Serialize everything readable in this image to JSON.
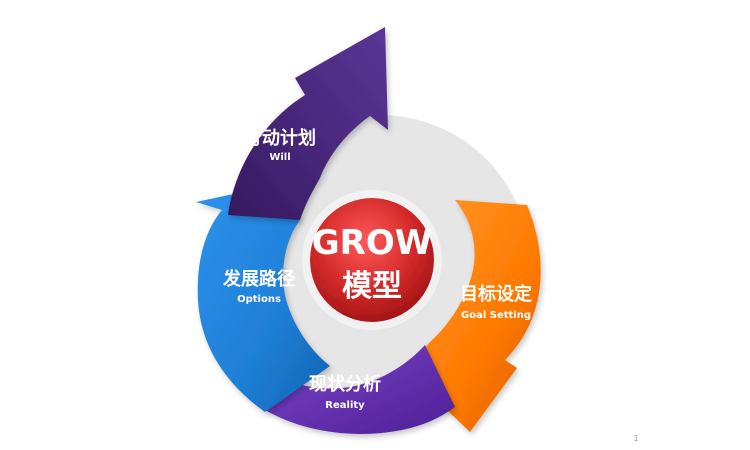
{
  "center": {
    "title": "GROW",
    "subtitle": "模型",
    "color": "#d42a2a"
  },
  "stages": {
    "will": {
      "cn": "行动计划",
      "en": "Will",
      "color": "#4b2a80"
    },
    "options": {
      "cn": "发展路径",
      "en": "Options",
      "color": "#1f7fd6"
    },
    "reality": {
      "cn": "现状分析",
      "en": "Reality",
      "color": "#6a32b6"
    },
    "goal": {
      "cn": "目标设定",
      "en": "Goal Setting",
      "color": "#ff7a00"
    }
  },
  "background_ring_color": "#e6e6e6",
  "corner_mark": "1"
}
